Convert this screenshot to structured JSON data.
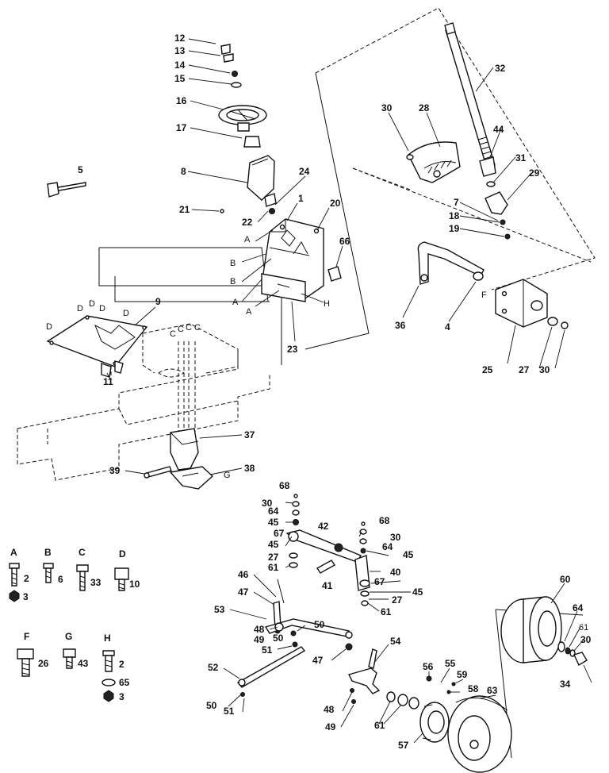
{
  "callouts": [
    {
      "id": "c12",
      "text": "12"
    },
    {
      "id": "c13",
      "text": "13"
    },
    {
      "id": "c14",
      "text": "14"
    },
    {
      "id": "c15",
      "text": "15"
    },
    {
      "id": "c16",
      "text": "16"
    },
    {
      "id": "c17",
      "text": "17"
    },
    {
      "id": "c8",
      "text": "8"
    },
    {
      "id": "c24",
      "text": "24"
    },
    {
      "id": "c5",
      "text": "5"
    },
    {
      "id": "c21",
      "text": "21"
    },
    {
      "id": "c22",
      "text": "22"
    },
    {
      "id": "c1",
      "text": "1"
    },
    {
      "id": "c20",
      "text": "20"
    },
    {
      "id": "c66",
      "text": "66"
    },
    {
      "id": "c9",
      "text": "9"
    },
    {
      "id": "c11",
      "text": "11"
    },
    {
      "id": "c23",
      "text": "23"
    },
    {
      "id": "c37",
      "text": "37"
    },
    {
      "id": "c39",
      "text": "39"
    },
    {
      "id": "c38",
      "text": "38"
    },
    {
      "id": "c32",
      "text": "32"
    },
    {
      "id": "c30a",
      "text": "30"
    },
    {
      "id": "c28",
      "text": "28"
    },
    {
      "id": "c44",
      "text": "44"
    },
    {
      "id": "c31",
      "text": "31"
    },
    {
      "id": "c29",
      "text": "29"
    },
    {
      "id": "c7",
      "text": "7"
    },
    {
      "id": "c18",
      "text": "18"
    },
    {
      "id": "c19",
      "text": "19"
    },
    {
      "id": "c36",
      "text": "36"
    },
    {
      "id": "c4",
      "text": "4"
    },
    {
      "id": "c25",
      "text": "25"
    },
    {
      "id": "c27a",
      "text": "27"
    },
    {
      "id": "c30b",
      "text": "30"
    },
    {
      "id": "c68a",
      "text": "68"
    },
    {
      "id": "c30c",
      "text": "30"
    },
    {
      "id": "c64a",
      "text": "64"
    },
    {
      "id": "c45a",
      "text": "45"
    },
    {
      "id": "c67a",
      "text": "67"
    },
    {
      "id": "c45b",
      "text": "45"
    },
    {
      "id": "c27b",
      "text": "27"
    },
    {
      "id": "c61a",
      "text": "61"
    },
    {
      "id": "c42",
      "text": "42"
    },
    {
      "id": "c68b",
      "text": "68"
    },
    {
      "id": "c30d",
      "text": "30"
    },
    {
      "id": "c64b",
      "text": "64"
    },
    {
      "id": "c45c",
      "text": "45"
    },
    {
      "id": "c40",
      "text": "40"
    },
    {
      "id": "c41",
      "text": "41"
    },
    {
      "id": "c67b",
      "text": "67"
    },
    {
      "id": "c45d",
      "text": "45"
    },
    {
      "id": "c27c",
      "text": "27"
    },
    {
      "id": "c61b",
      "text": "61"
    },
    {
      "id": "c46",
      "text": "46"
    },
    {
      "id": "c47a",
      "text": "47"
    },
    {
      "id": "c53",
      "text": "53"
    },
    {
      "id": "c48a",
      "text": "48"
    },
    {
      "id": "c50a",
      "text": "50"
    },
    {
      "id": "c49a",
      "text": "49"
    },
    {
      "id": "c50b",
      "text": "50"
    },
    {
      "id": "c51a",
      "text": "51"
    },
    {
      "id": "c47b",
      "text": "47"
    },
    {
      "id": "c54",
      "text": "54"
    },
    {
      "id": "c52",
      "text": "52"
    },
    {
      "id": "c50c",
      "text": "50"
    },
    {
      "id": "c51b",
      "text": "51"
    },
    {
      "id": "c48b",
      "text": "48"
    },
    {
      "id": "c49b",
      "text": "49"
    },
    {
      "id": "c61c",
      "text": "61"
    },
    {
      "id": "c56",
      "text": "56"
    },
    {
      "id": "c55",
      "text": "55"
    },
    {
      "id": "c59",
      "text": "59"
    },
    {
      "id": "c58",
      "text": "58"
    },
    {
      "id": "c63",
      "text": "63"
    },
    {
      "id": "c57",
      "text": "57"
    },
    {
      "id": "c60",
      "text": "60"
    },
    {
      "id": "c64c",
      "text": "64"
    },
    {
      "id": "c61d",
      "text": "61"
    },
    {
      "id": "c30e",
      "text": "30"
    },
    {
      "id": "c34",
      "text": "34"
    }
  ],
  "letters": [
    {
      "id": "lA1",
      "text": "A"
    },
    {
      "id": "lB1",
      "text": "B"
    },
    {
      "id": "lB2",
      "text": "B"
    },
    {
      "id": "lA2",
      "text": "A"
    },
    {
      "id": "lA3",
      "text": "A"
    },
    {
      "id": "lH1",
      "text": "H"
    },
    {
      "id": "lD1",
      "text": "D"
    },
    {
      "id": "lD2",
      "text": "D"
    },
    {
      "id": "lD3",
      "text": "D"
    },
    {
      "id": "lD4",
      "text": "D"
    },
    {
      "id": "lD5",
      "text": "D"
    },
    {
      "id": "lC1",
      "text": "C"
    },
    {
      "id": "lC2",
      "text": "C"
    },
    {
      "id": "lC3",
      "text": "C"
    },
    {
      "id": "lC4",
      "text": "C"
    },
    {
      "id": "lF1",
      "text": "F"
    },
    {
      "id": "lG1",
      "text": "G"
    }
  ],
  "hardware_key": [
    {
      "id": "kA",
      "letter": "A",
      "qty": "2",
      "sub": "3"
    },
    {
      "id": "kB",
      "letter": "B",
      "qty": "6",
      "sub": ""
    },
    {
      "id": "kC",
      "letter": "C",
      "qty": "33",
      "sub": ""
    },
    {
      "id": "kD",
      "letter": "D",
      "qty": "10",
      "sub": ""
    },
    {
      "id": "kF",
      "letter": "F",
      "qty": "26",
      "sub": ""
    },
    {
      "id": "kG",
      "letter": "G",
      "qty": "43",
      "sub": ""
    },
    {
      "id": "kH",
      "letter": "H",
      "qty": "2",
      "sub": "65",
      "sub2": "3"
    }
  ]
}
